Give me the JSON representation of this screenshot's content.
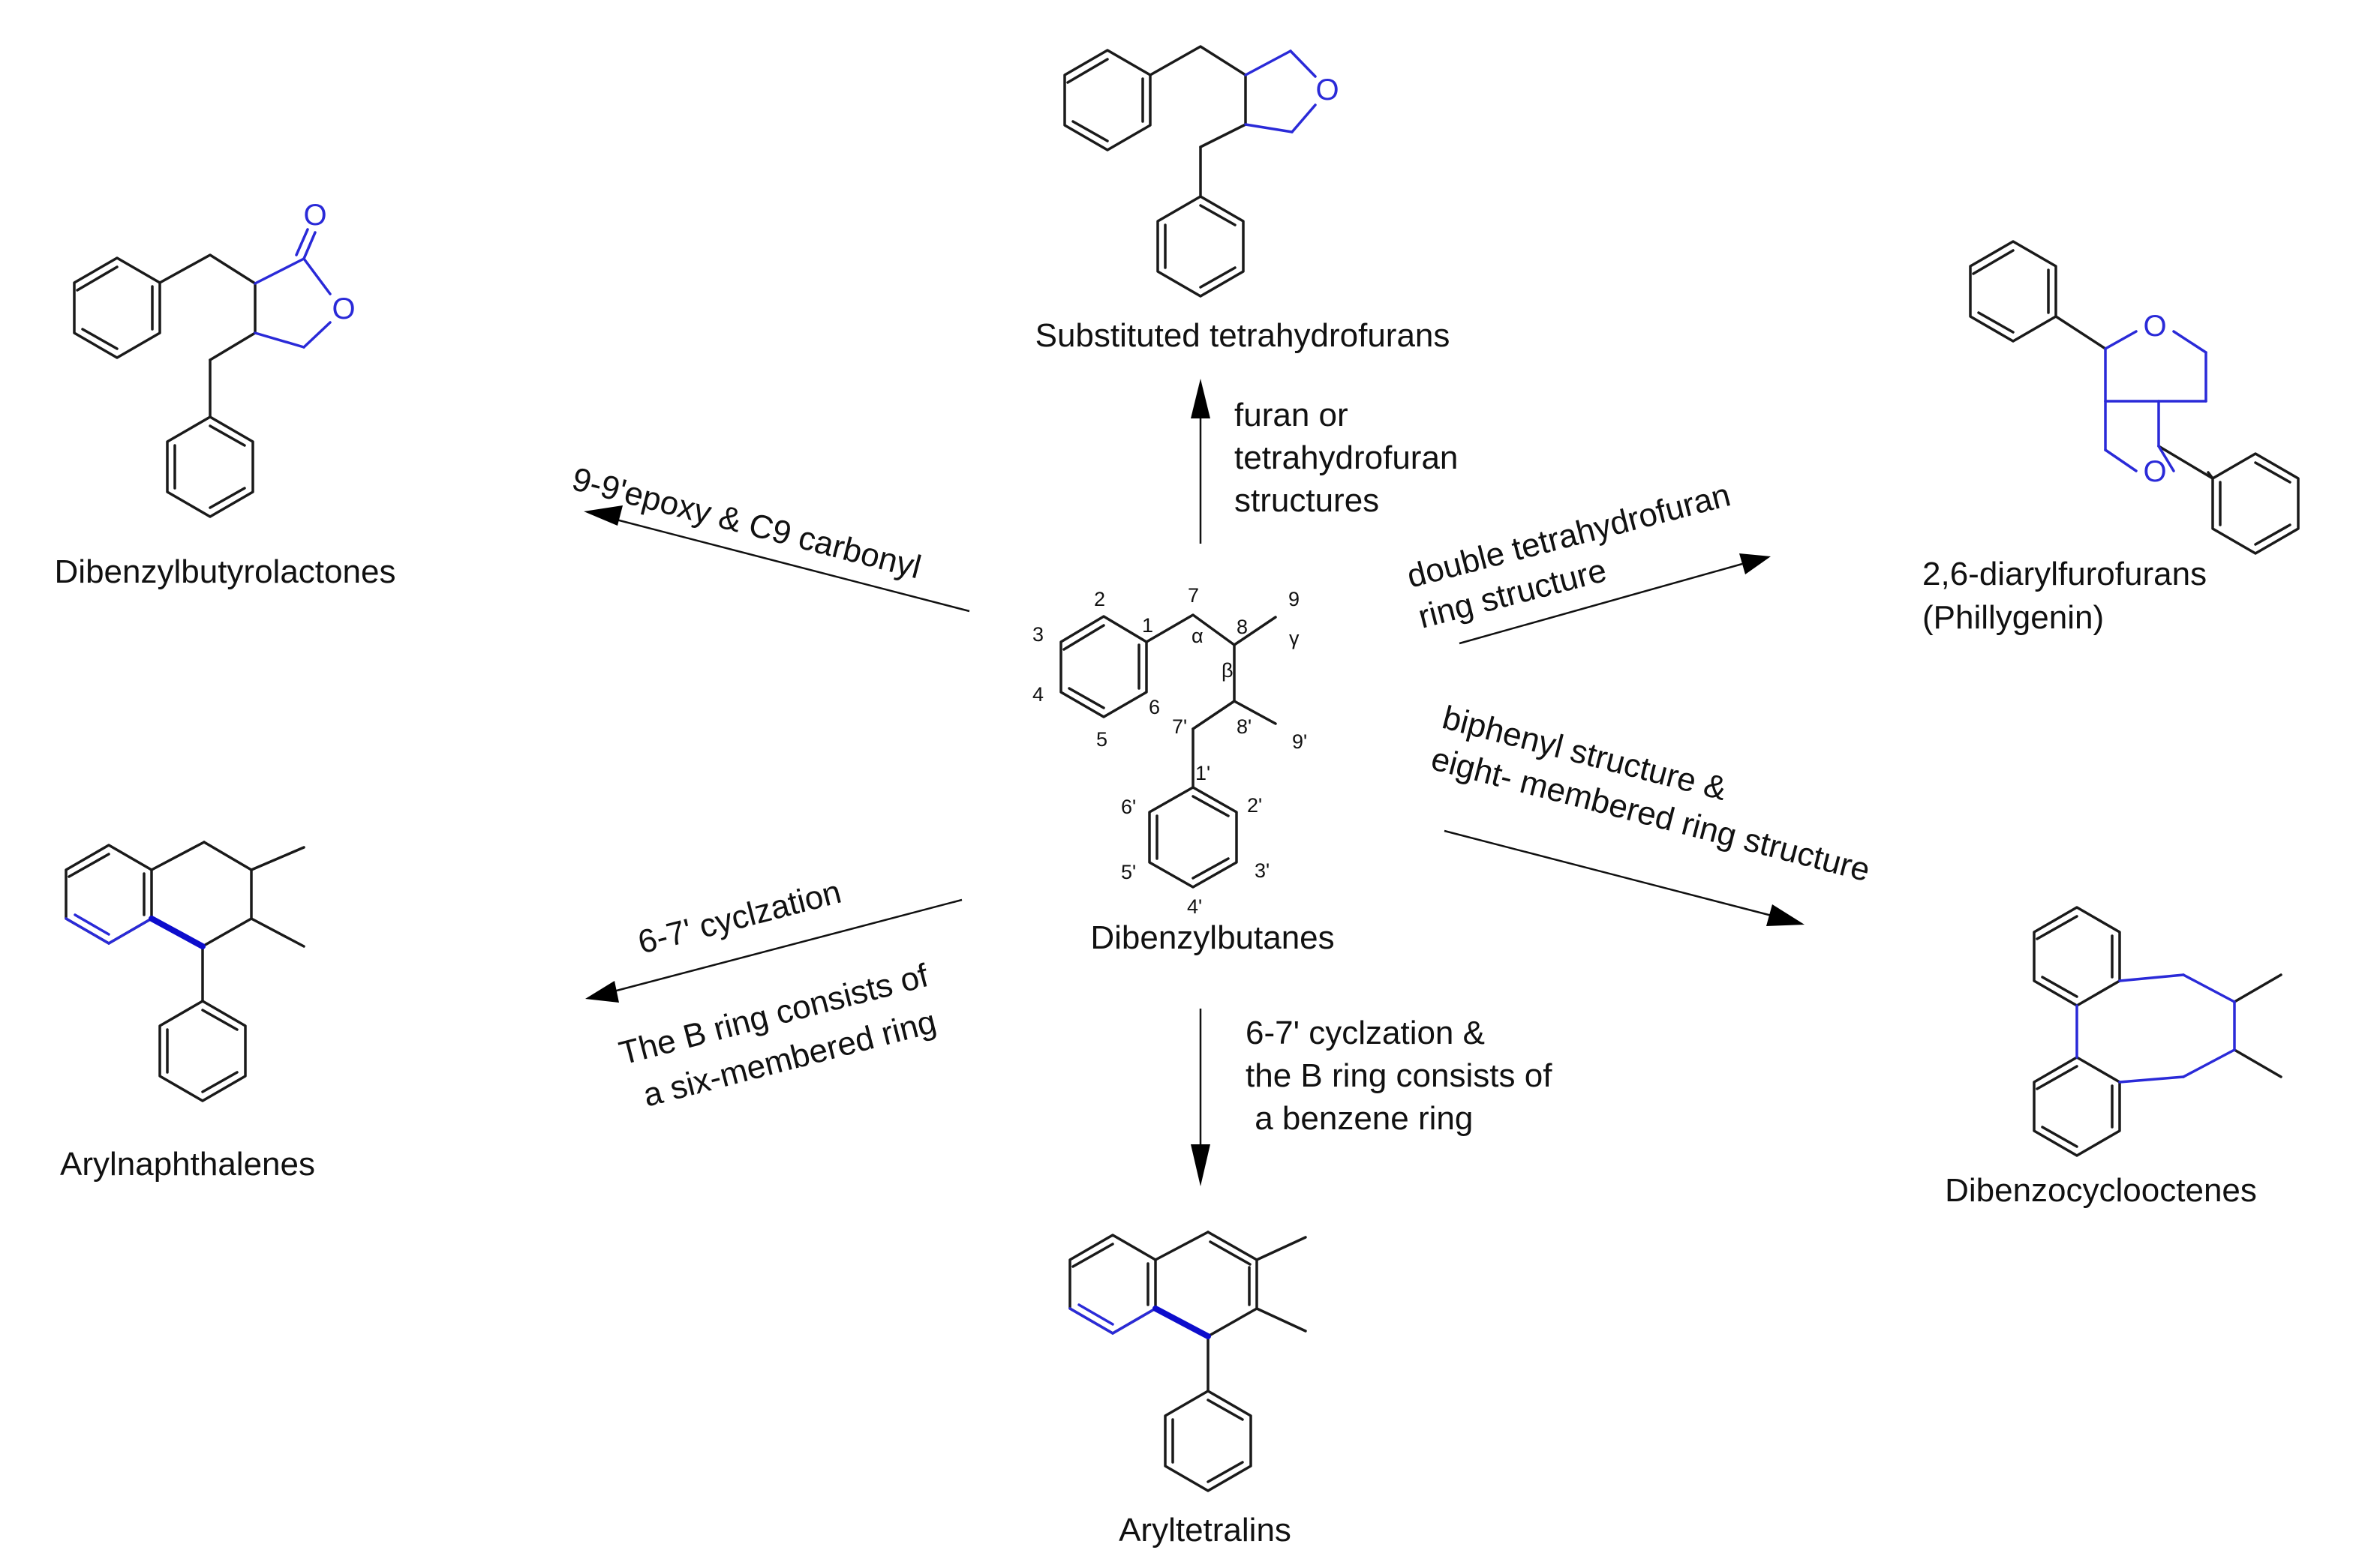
{
  "colors": {
    "ink": "#111111",
    "highlight": "#2a2ad8"
  },
  "center": {
    "name": "Dibenzylbutanes",
    "atom_numbers": {
      "n1": "1",
      "n2": "2",
      "n3": "3",
      "n4": "4",
      "n5": "5",
      "n6": "6",
      "n7": "7",
      "n8": "8",
      "n9": "9",
      "n1p": "1'",
      "n2p": "2'",
      "n3p": "3'",
      "n4p": "4'",
      "n5p": "5'",
      "n6p": "6'",
      "n7p": "7'",
      "n8p": "8'",
      "n9p": "9'",
      "alpha": "α",
      "beta": "β",
      "gamma": "γ"
    }
  },
  "products": {
    "thf": {
      "name": "Substituted tetrahydrofurans",
      "atom": "O"
    },
    "lactone": {
      "name": "Dibenzylbutyrolactones",
      "atom_carbonyl": "O",
      "atom_ring": "O"
    },
    "furofuran": {
      "name_line1": "2,6-diarylfurofurans",
      "name_line2": "(Phillygenin)",
      "atom_top": "O",
      "atom_bottom": "O"
    },
    "naphthalene": {
      "name": "Arylnaphthalenes"
    },
    "cyclooctene": {
      "name": "Dibenzocyclooctenes"
    },
    "tetralin": {
      "name": "Aryltetralins"
    }
  },
  "arrows": {
    "up": {
      "line1": "furan or",
      "line2": "tetrahydrofuran",
      "line3": "structures"
    },
    "upleft": {
      "line1": "9-9'epoxy & C9 carbonyl"
    },
    "upright": {
      "line1": "double tetrahydrofuran",
      "line2": "ring structure"
    },
    "downleft": {
      "line1": "6-7' cyclzation",
      "line2": "The B ring consists of",
      "line3": "a six-membered ring"
    },
    "downright": {
      "line1": "biphenyl structure &",
      "line2": "eight- membered ring structure"
    },
    "down": {
      "line1": "6-7' cyclzation &",
      "line2": "the B ring consists of",
      "line3": " a benzene ring"
    }
  }
}
